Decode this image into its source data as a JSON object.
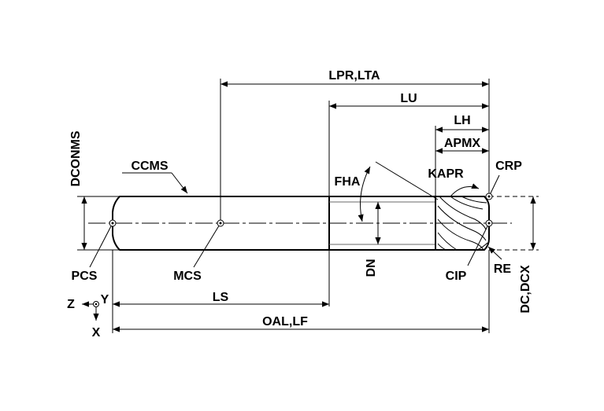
{
  "labels": {
    "lpr_lta": "LPR,LTA",
    "lu": "LU",
    "lh": "LH",
    "apmx": "APMX",
    "dconms": "DCONMS",
    "ccms": "CCMS",
    "fha": "FHA",
    "kapr": "KAPR",
    "crp": "CRP",
    "pcs": "PCS",
    "mcs": "MCS",
    "dn": "DN",
    "cip": "CIP",
    "re": "RE",
    "dc_dcx": "DC,DCX",
    "ls": "LS",
    "oal_lf": "OAL,LF",
    "axis_z": "Z",
    "axis_y": "Y",
    "axis_x": "X"
  },
  "colors": {
    "line": "#000000",
    "background": "#ffffff"
  }
}
